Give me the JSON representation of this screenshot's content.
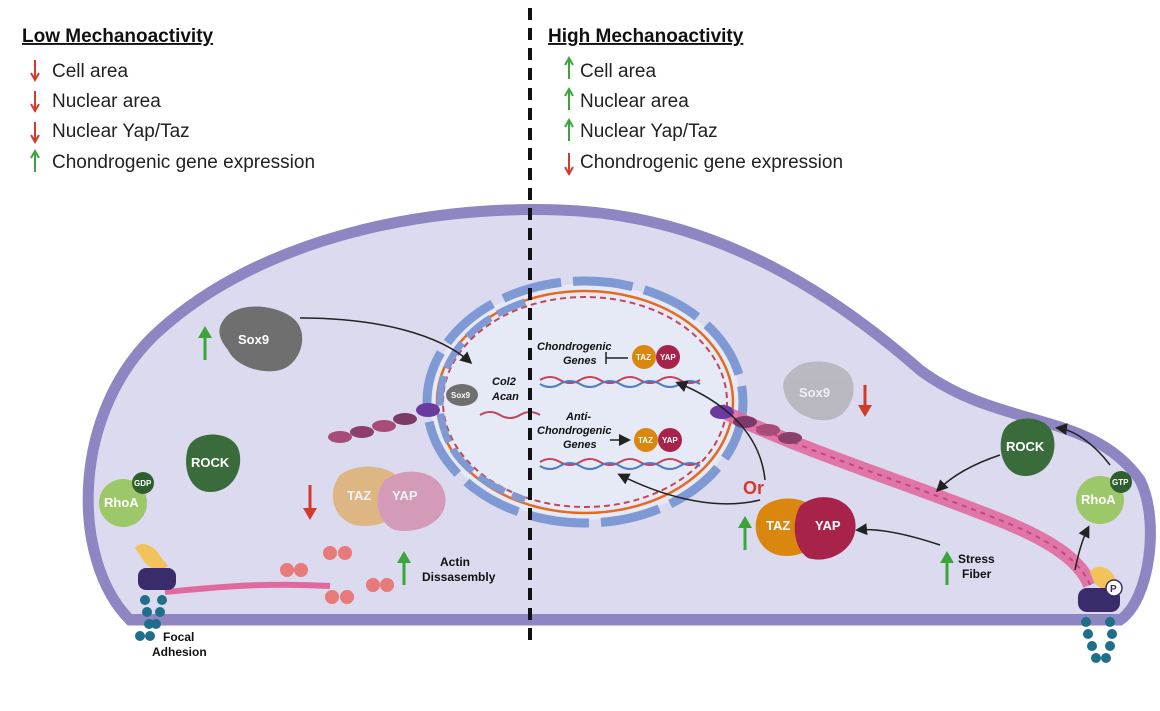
{
  "left_panel": {
    "header": "Low Mechanoactivity",
    "items": [
      {
        "text": "Cell area",
        "direction": "down"
      },
      {
        "text": "Nuclear area",
        "direction": "down"
      },
      {
        "text": "Nuclear Yap/Taz",
        "direction": "down"
      },
      {
        "text": "Chondrogenic gene expression",
        "direction": "up"
      }
    ]
  },
  "right_panel": {
    "header": "High Mechanoactivity",
    "items": [
      {
        "text": "Cell area",
        "direction": "up"
      },
      {
        "text": "Nuclear area",
        "direction": "up"
      },
      {
        "text": "Nuclear Yap/Taz",
        "direction": "up"
      },
      {
        "text": "Chondrogenic gene expression",
        "direction": "down"
      }
    ]
  },
  "labels": {
    "sox9": "Sox9",
    "rock": "ROCK",
    "rhoa": "RhoA",
    "gdp": "GDP",
    "gtp": "GTP",
    "taz": "TAZ",
    "yap": "YAP",
    "col2": "Col2",
    "acan": "Acan",
    "actin_1": "Actin",
    "actin_2": "Dissasembly",
    "focal_1": "Focal",
    "focal_2": "Adhesion",
    "stress_1": "Stress",
    "stress_2": "Fiber",
    "or": "Or",
    "chondro_1": "Chondrogenic",
    "chondro_2": "Genes",
    "anti_1": "Anti-",
    "anti_2": "Chondrogenic",
    "anti_3": "Genes",
    "phospho": "P"
  },
  "colors": {
    "up_arrow": "#3aa63a",
    "down_arrow": "#d03b2b",
    "membrane": "#8e86c2",
    "cytoplasm": "#dcdaee"
  }
}
